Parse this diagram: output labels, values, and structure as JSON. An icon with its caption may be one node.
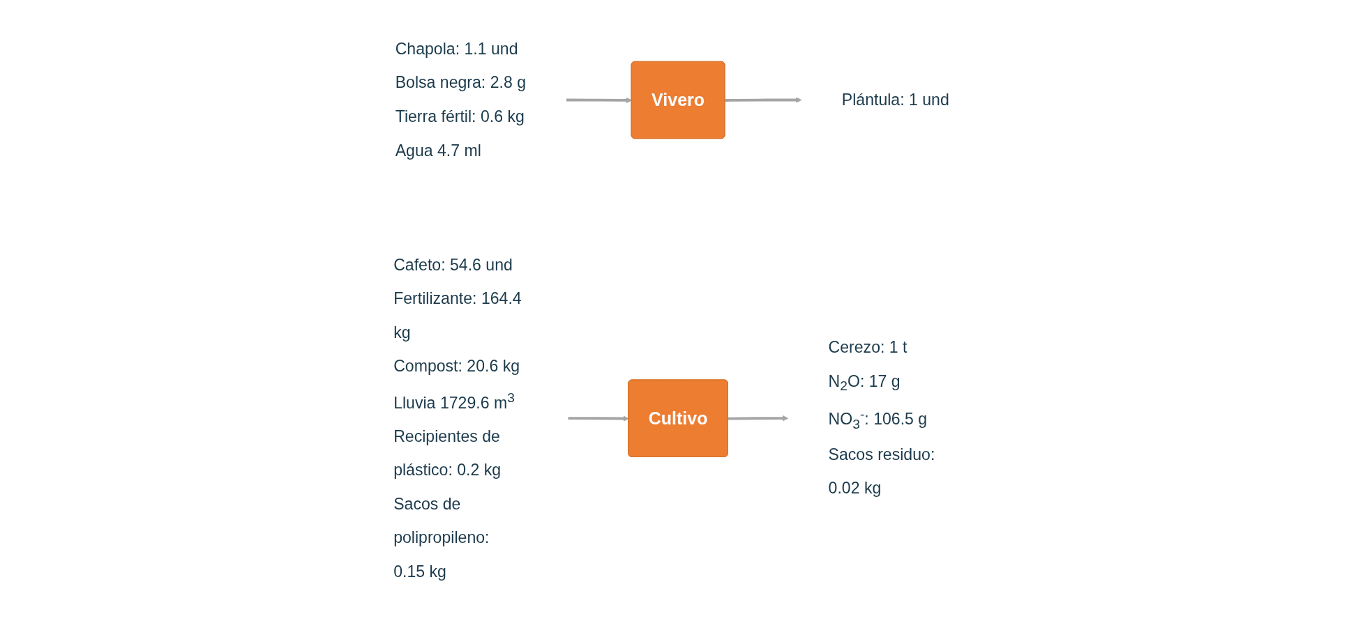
{
  "diagram": {
    "nodes": [
      {
        "text": [
          "Chapola: 1.1 und",
          "Bolsa negra: 2.8 g",
          "Tierra fértil: 0.6 kg",
          "Agua 4.7 ml"
        ]
      },
      {
        "text": [
          "Vivero"
        ]
      },
      {
        "text": [
          "Plántula: 1 und"
        ]
      },
      {
        "text": [
          "Cafeto: 54.6 und",
          "Fertilizante: 164.4 kg",
          "Compost: 20.6 kg",
          "Lluvia 1729.6 m$^{3}$",
          "Recipientes de plástico: 0.2 kg",
          "Sacos de polipropileno: 0.15 kg"
        ]
      },
      {
        "text": [
          "Cultivo"
        ]
      },
      {
        "text": [
          "Cerezo: 1 t",
          "N$_{2}$O: 17 g",
          "NO$_{3}$$^{-}$: 106.5 g",
          "Sacos residuo: 0.02 kg"
        ]
      }
    ],
    "edges": [
      {
        "from": 0,
        "to": 1,
        "arrow": "to"
      },
      {
        "from": 1,
        "to": 2,
        "arrow": "to"
      },
      {
        "from": 3,
        "to": 4,
        "arrow": "to"
      },
      {
        "from": 4,
        "to": 5,
        "arrow": "to"
      }
    ]
  }
}
